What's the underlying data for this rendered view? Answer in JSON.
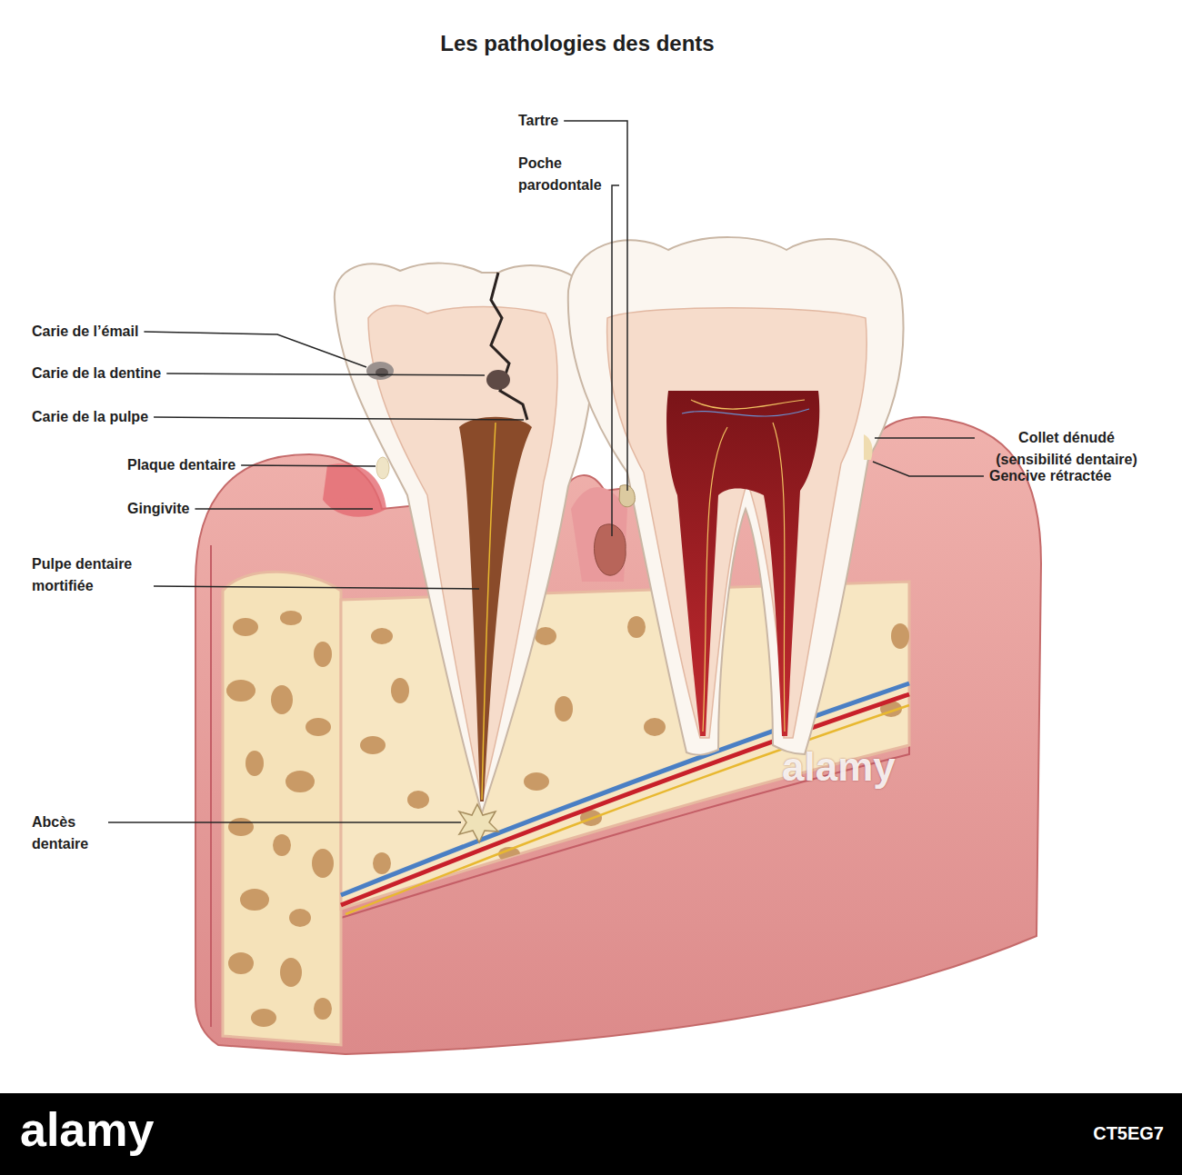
{
  "diagram": {
    "title": "Les pathologies des dents",
    "labels": [
      "Tartre",
      "Poche parodontale",
      "Carie de l’émail",
      "Carie de la dentine",
      "Carie de la pulpe",
      "Plaque dentaire",
      "Gingivite",
      "Pulpe dentaire mortifiée",
      "Abcès dentaire",
      "Collet dénudé (sensibilité dentaire)",
      "Gencive rétractée",
      "alamy",
      "alamy",
      "CT5EG7"
    ]
  }
}
